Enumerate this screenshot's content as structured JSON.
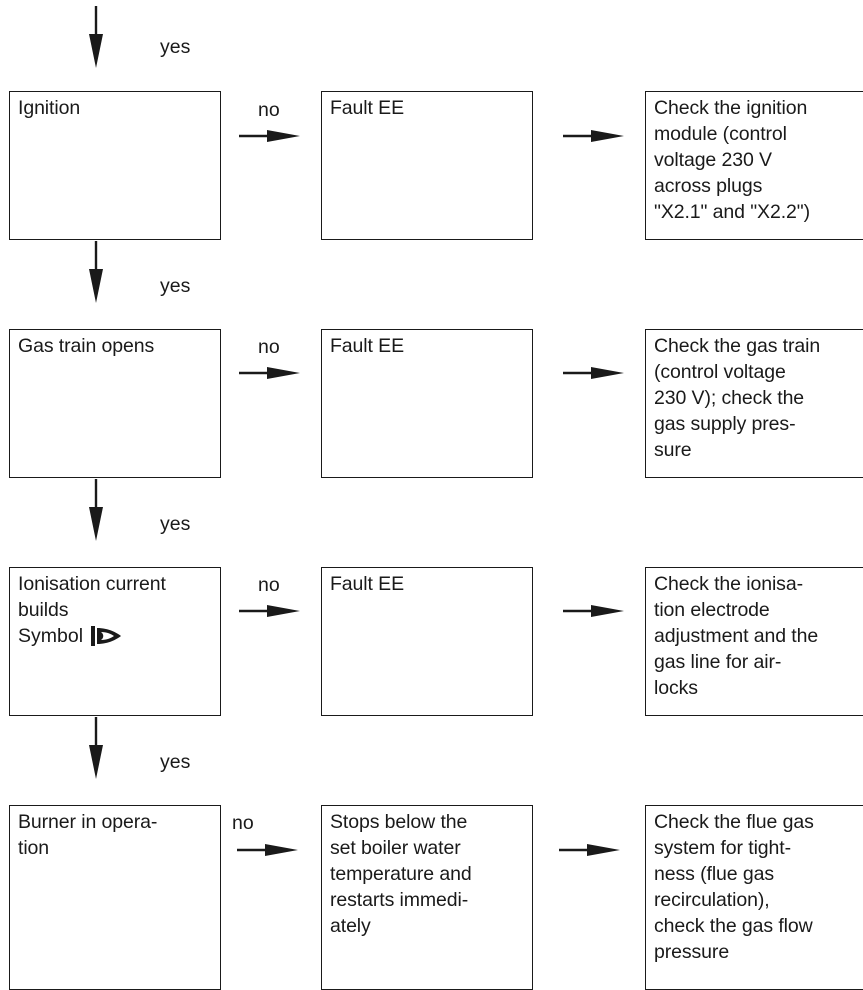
{
  "yes_label": "yes",
  "no_label": "no",
  "rows": [
    {
      "step": "Ignition",
      "fault": "Fault EE",
      "remedy": "Check the ignition\nmodule (control\nvoltage 230 V\nacross plugs\n\"X2.1\" and \"X2.2\")"
    },
    {
      "step": "Gas train opens",
      "fault": "Fault EE",
      "remedy": "Check the gas train\n(control voltage\n230 V); check the\ngas supply pres-\nsure"
    },
    {
      "step": "Ionisation current\nbuilds",
      "step_symbol_label": "Symbol",
      "step_symbol_icon": "flame-symbol-icon",
      "fault": "Fault EE",
      "remedy": "Check the ionisa-\ntion electrode\nadjustment and the\ngas line for air-\nlocks"
    },
    {
      "step": "Burner in opera-\ntion",
      "fault": "Stops below the\nset boiler water\ntemperature and\nrestarts immedi-\nately",
      "remedy": "Check the flue gas\nsystem for tight-\nness (flue gas\nrecirculation),\ncheck the gas flow\npressure"
    }
  ]
}
